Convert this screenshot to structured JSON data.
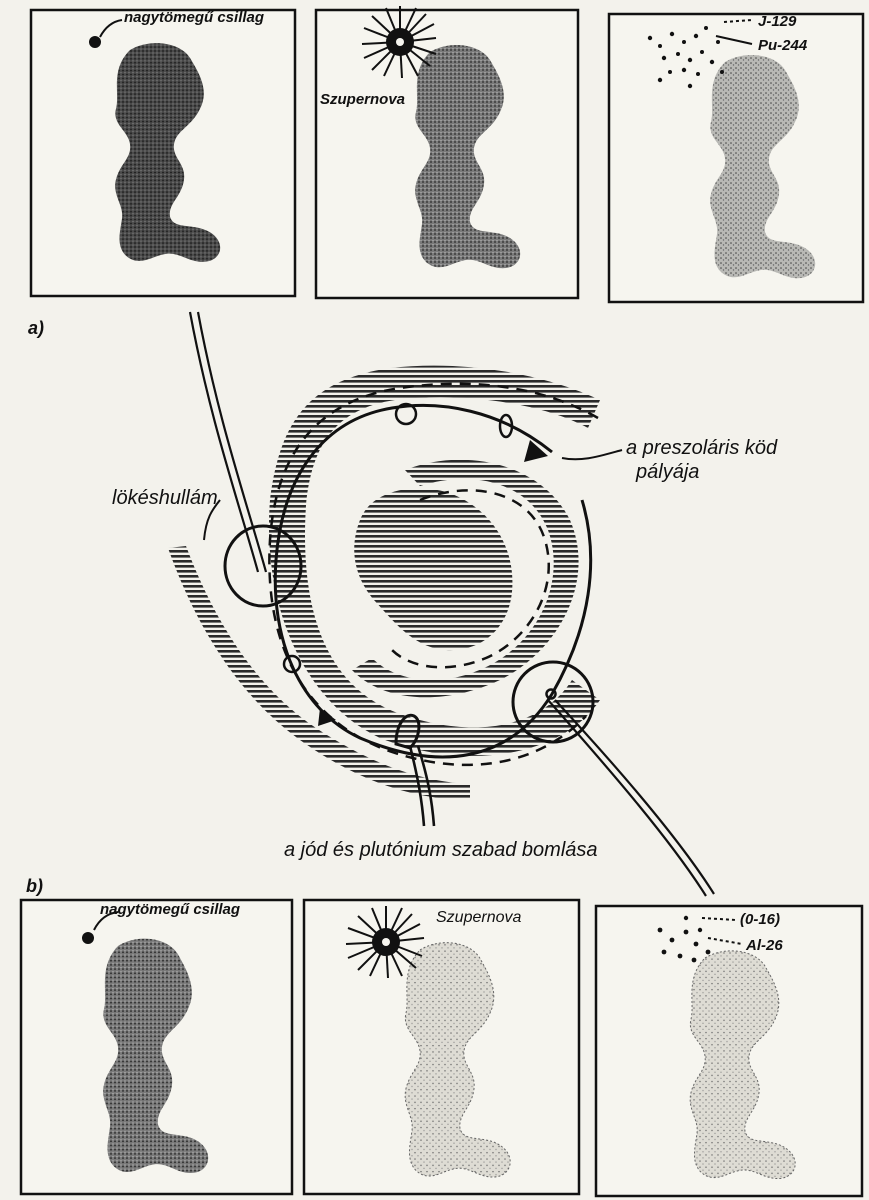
{
  "panel_labels": {
    "a": "a)",
    "b": "b)"
  },
  "top_row": {
    "panel1_label": "nagytömegű csillag",
    "panel2_label": "Szupernova",
    "panel3_isotopes": [
      "J-129",
      "Pu-244"
    ]
  },
  "spiral": {
    "orbit_label": [
      "a preszoláris köd",
      "pályája"
    ],
    "shock_label": "lökéshullám",
    "decay_label": "a jód és plutónium szabad bomlása"
  },
  "bottom_row": {
    "panel1_label": "nagytömegű csillag",
    "panel2_label": "Szupernova",
    "panel3_isotopes": [
      "(0-16)",
      "Al-26"
    ]
  },
  "colors": {
    "ink": "#111111",
    "paper": "#f3f2ec",
    "box_fill": "#f6f5ef"
  }
}
